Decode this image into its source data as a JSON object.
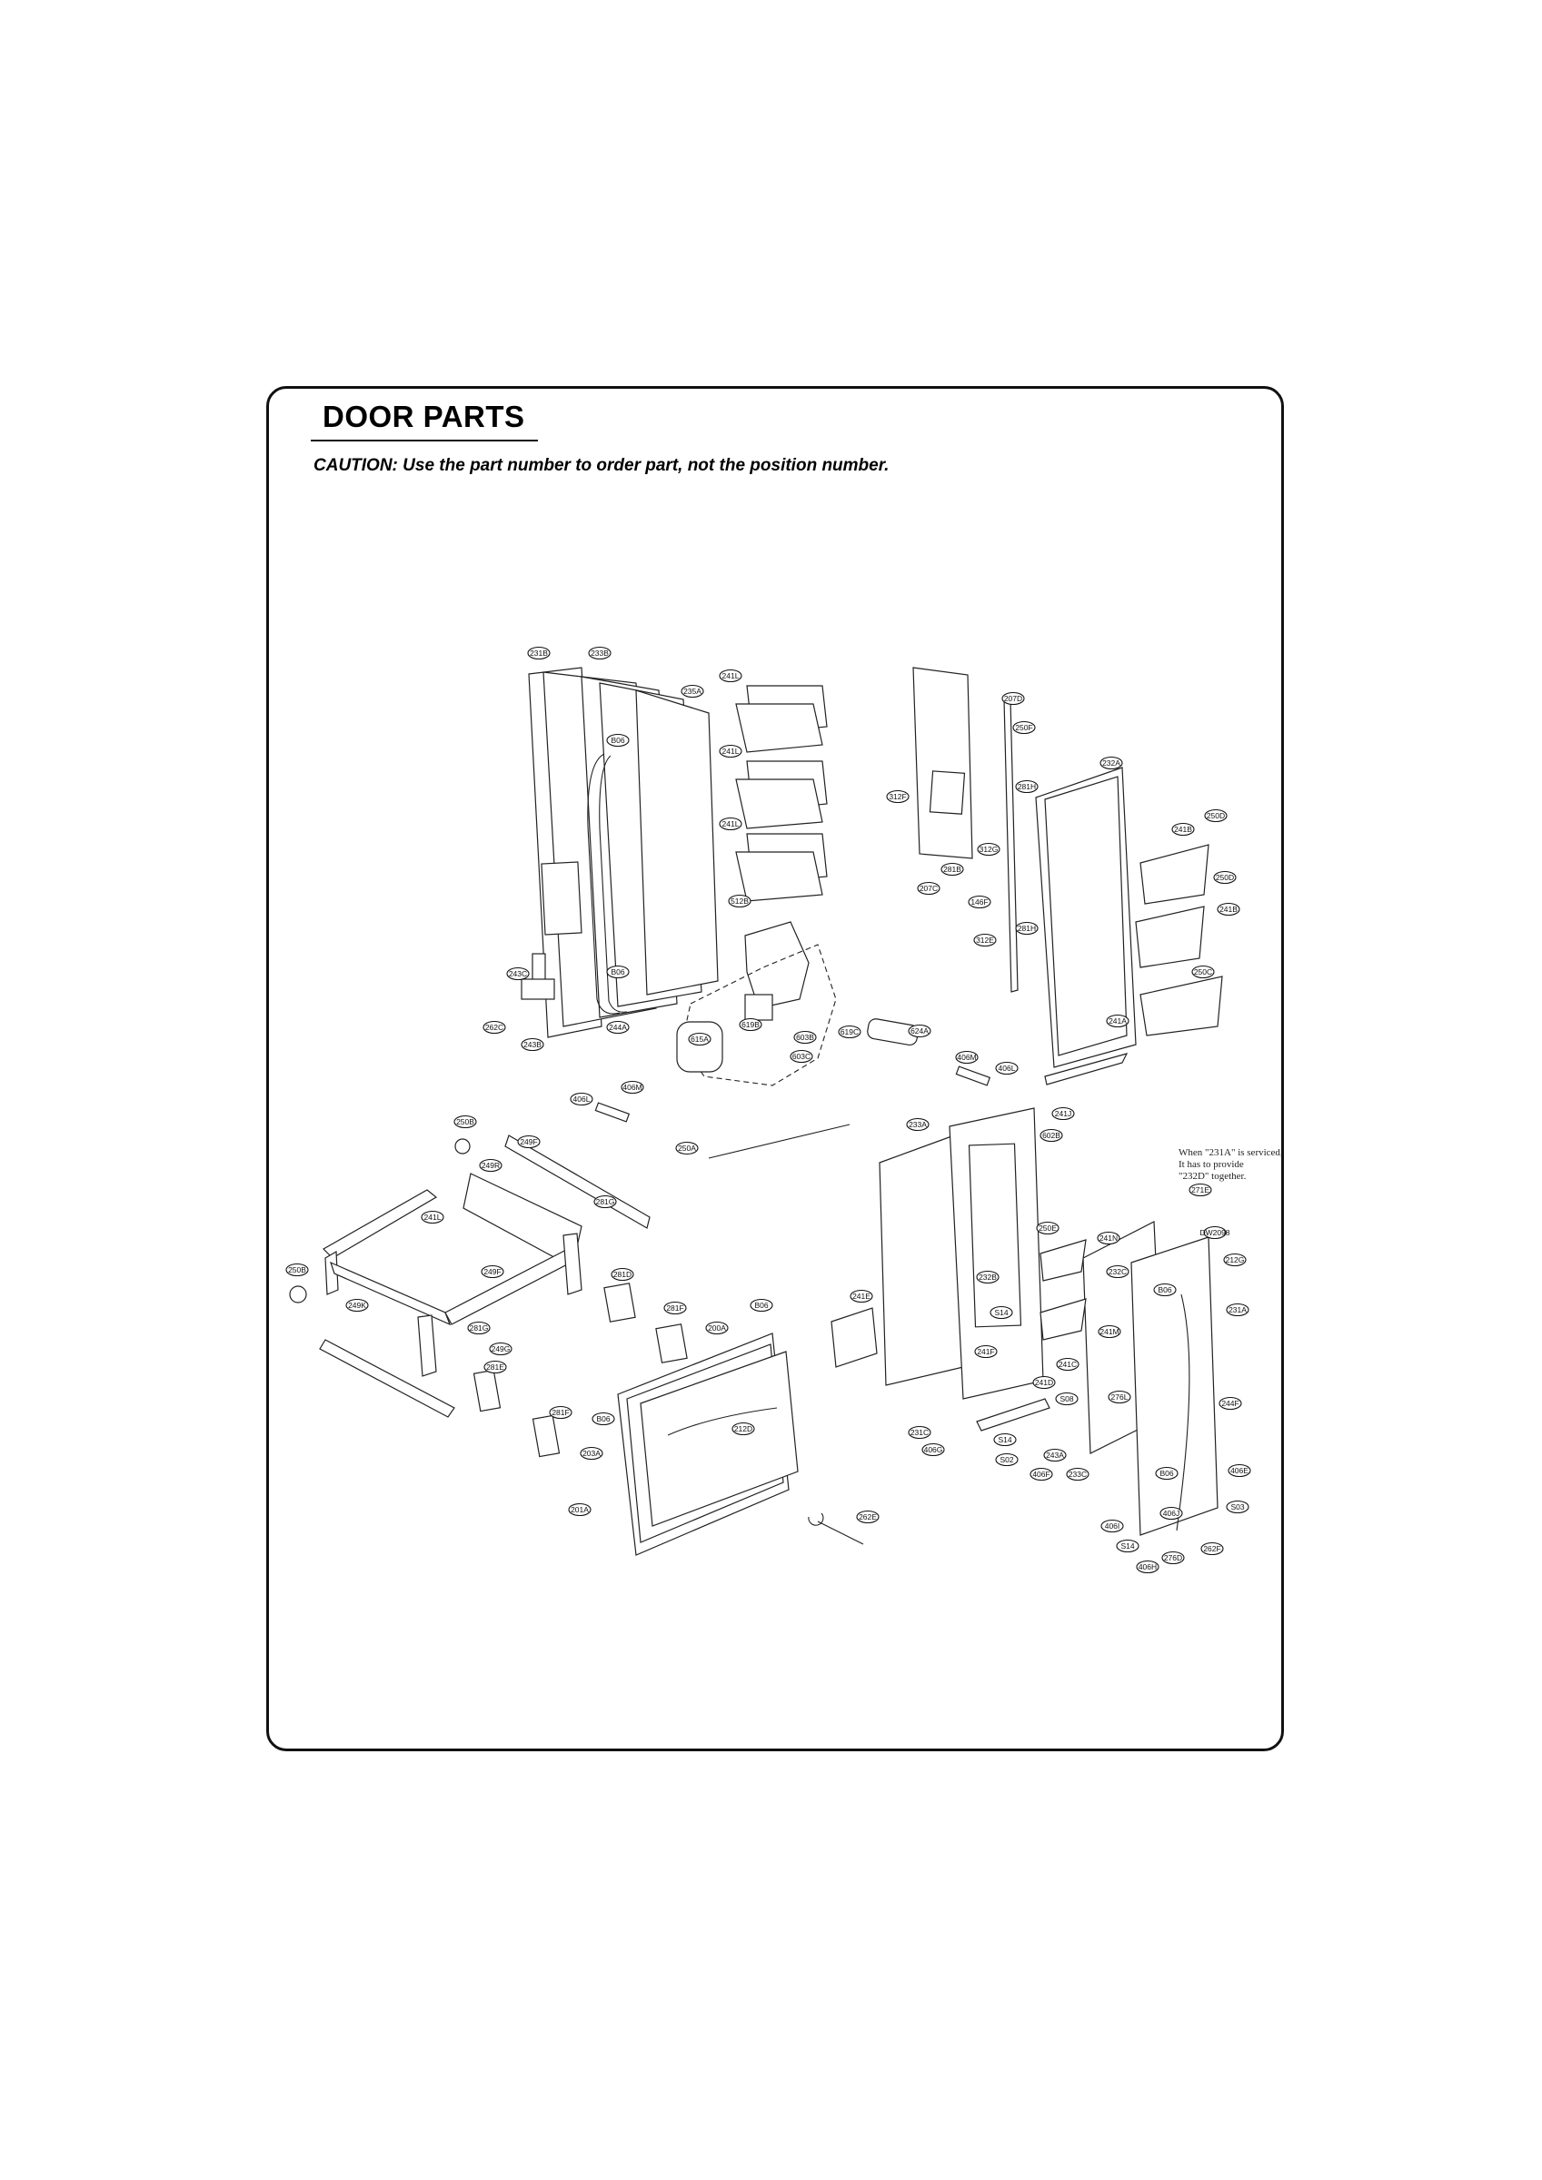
{
  "header": {
    "title": "DOOR PARTS",
    "caution": "CAUTION: Use the part number to order part, not the position number."
  },
  "note": {
    "line1": "When \"231A\" is serviced,",
    "line2": "It has to provide",
    "line3": "\"232D\" together."
  },
  "labels": [
    "231B",
    "233B",
    "235A",
    "B06",
    "241L",
    "241L",
    "241L",
    "312F",
    "207D",
    "250F",
    "232A",
    "281H",
    "241B",
    "250D",
    "250D",
    "241B",
    "312G",
    "281B",
    "207C",
    "146F",
    "281H",
    "312E",
    "250C",
    "241A",
    "512B",
    "243C",
    "B06",
    "262C",
    "243B",
    "244A",
    "615A",
    "619B",
    "603B",
    "603C",
    "619C",
    "624A",
    "406M",
    "406L",
    "406M",
    "406L",
    "250B",
    "249F",
    "249R",
    "241L",
    "250A",
    "233A",
    "241J",
    "602B",
    "271E",
    "250B",
    "281G",
    "249F",
    "249K",
    "281D",
    "281G",
    "249G",
    "281E",
    "281F",
    "200A",
    "B06",
    "281F",
    "B06",
    "212D",
    "203A",
    "201A",
    "262E",
    "241E",
    "250E",
    "241N",
    "232B",
    "S14",
    "232C",
    "212G",
    "B06",
    "231A",
    "241F",
    "241M",
    "241C",
    "241D",
    "S08",
    "276L",
    "244F",
    "231C",
    "S14",
    "406G",
    "243A",
    "S02",
    "233C",
    "406F",
    "B06",
    "406E",
    "406I",
    "406J",
    "S03",
    "S14",
    "406H",
    "276D",
    "262F",
    "DW2098"
  ]
}
